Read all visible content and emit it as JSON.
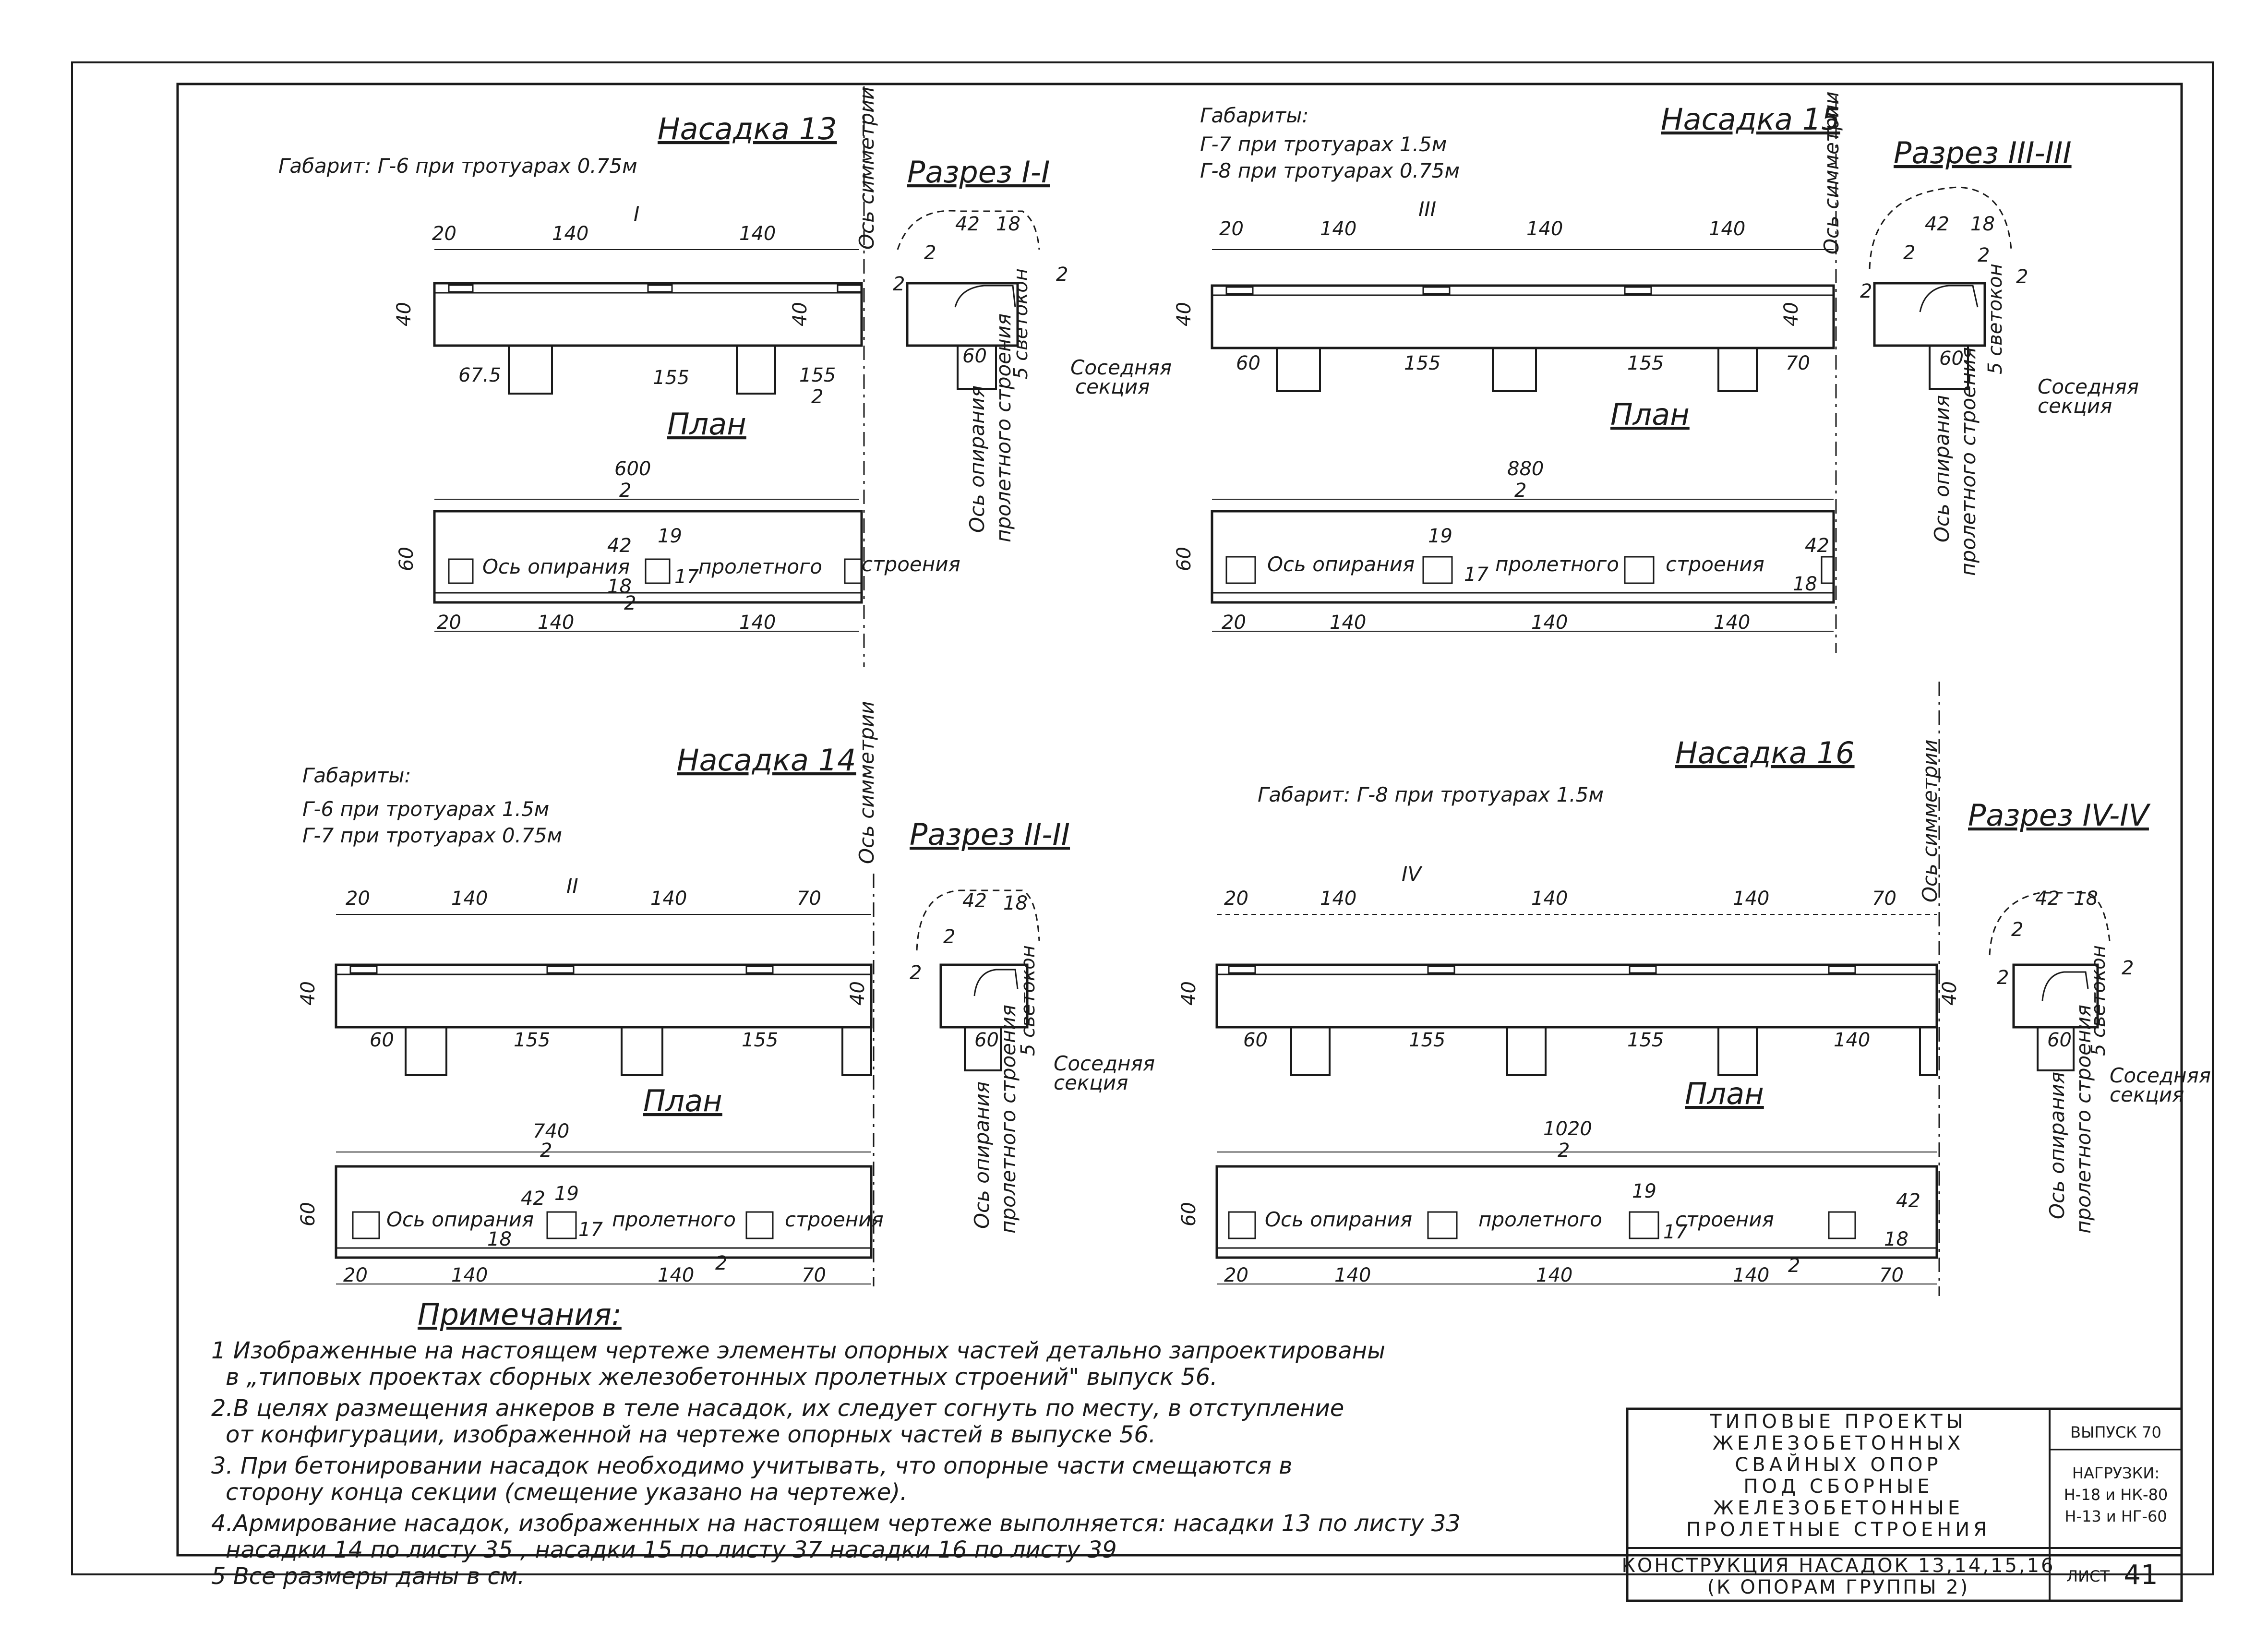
{
  "top_left": {
    "title": "Насадка 13",
    "gabarit": "Габарит: Г-6 при тротуарах 0.75м",
    "axis_sym": "Ось симметрии",
    "section_mark": "I",
    "top_dims": [
      "20",
      "140",
      "140"
    ],
    "height_dims": [
      "40",
      "40"
    ],
    "bottom_dims": [
      "67.5",
      "155",
      "155",
      "2"
    ],
    "plan_title": "План",
    "plan_total": "600",
    "plan_total_div": "2",
    "plan_width": "60",
    "plan_small": [
      "42",
      "19",
      "18",
      "17",
      "2"
    ],
    "plan_bottom": [
      "20",
      "140",
      "140"
    ],
    "plan_axis_label": [
      "Ось опирания",
      "пролетного",
      "строения"
    ],
    "section_title": "Разрез I-I",
    "section_dims": [
      "42",
      "18",
      "2",
      "2",
      "60",
      "2"
    ],
    "section_text": "5 светокон",
    "neighbor": [
      "Соседняя",
      "секция"
    ],
    "axis_support": [
      "Ось опирания",
      "пролетного строения"
    ]
  },
  "top_right": {
    "title": "Насадка 15",
    "gabarit_title": "Габариты:",
    "gabarit_lines": [
      "Г-7 при тротуарах 1.5м",
      "Г-8 при тротуарах 0.75м"
    ],
    "axis_sym": "Ось симметрии",
    "section_mark": "III",
    "top_dims": [
      "20",
      "140",
      "140",
      "140"
    ],
    "height_dims": [
      "40",
      "40"
    ],
    "bottom_dims": [
      "60",
      "155",
      "155",
      "70"
    ],
    "plan_title": "План",
    "plan_total": "880",
    "plan_total_div": "2",
    "plan_width": "60",
    "plan_small": [
      "19",
      "17",
      "42",
      "18"
    ],
    "plan_bottom": [
      "20",
      "140",
      "140",
      "140"
    ],
    "plan_axis_label": [
      "Ось опирания",
      "пролетного",
      "строения"
    ],
    "section_title": "Разрез III-III",
    "section_dims": [
      "42",
      "18",
      "2",
      "2",
      "2",
      "60",
      "2"
    ],
    "section_text": "5 светокон",
    "neighbor": [
      "Соседняя",
      "секция"
    ],
    "axis_support": [
      "Ось опирания",
      "пролетного строения"
    ]
  },
  "bottom_left": {
    "title": "Насадка 14",
    "gabarit_title": "Габариты:",
    "gabarit_lines": [
      "Г-6 при тротуарах 1.5м",
      "Г-7 при тротуарах 0.75м"
    ],
    "axis_sym": "Ось симметрии",
    "section_mark": "II",
    "top_dims": [
      "20",
      "140",
      "140",
      "70"
    ],
    "height_dims": [
      "40",
      "40"
    ],
    "bottom_dims": [
      "60",
      "155",
      "155"
    ],
    "plan_title": "План",
    "plan_total": "740",
    "plan_total_div": "2",
    "plan_width": "60",
    "plan_small": [
      "42",
      "19",
      "18",
      "17",
      "2"
    ],
    "plan_bottom": [
      "20",
      "140",
      "140",
      "70"
    ],
    "plan_axis_label": [
      "Ось опирания",
      "пролетного",
      "строения"
    ],
    "section_title": "Разрез II-II",
    "section_dims": [
      "42",
      "18",
      "2",
      "2",
      "60"
    ],
    "section_text": "5 светокон",
    "neighbor": [
      "Соседняя",
      "секция"
    ],
    "axis_support": [
      "Ось опирания",
      "пролетного строения"
    ]
  },
  "bottom_right": {
    "title": "Насадка 16",
    "gabarit": "Габарит: Г-8 при тротуарах 1.5м",
    "axis_sym": "Ось симметрии",
    "section_mark": "IV",
    "top_dims": [
      "20",
      "140",
      "140",
      "140",
      "70"
    ],
    "height_dims": [
      "40",
      "40"
    ],
    "bottom_dims": [
      "60",
      "155",
      "155",
      "140"
    ],
    "plan_title": "План",
    "plan_total": "1020",
    "plan_total_div": "2",
    "plan_width": "60",
    "plan_small": [
      "19",
      "17",
      "42",
      "18",
      "2"
    ],
    "plan_bottom": [
      "20",
      "140",
      "140",
      "140",
      "70"
    ],
    "plan_axis_label": [
      "Ось опирания",
      "пролетного",
      "строения"
    ],
    "section_title": "Разрез IV-IV",
    "section_dims": [
      "42",
      "18",
      "2",
      "2",
      "60",
      "2"
    ],
    "section_text": "5 светокон",
    "neighbor": [
      "Соседняя",
      "секция"
    ],
    "axis_support": [
      "Ось опирания",
      "пролетного строения"
    ]
  },
  "notes": {
    "title": "Примечания:",
    "lines": [
      "1 Изображенные на настоящем чертеже элементы опорных частей детально запроектированы",
      "в „типовых проектах сборных железобетонных пролетных строений\" выпуск 56.",
      "2.В целях размещения анкеров в теле насадок, их следует согнуть по месту, в отступление",
      "от конфигурации, изображенной на чертеже опорных частей в выпуске 56.",
      "3. При бетонировании насадок необходимо учитывать, что опорные части смещаются в",
      "сторону конца секции (смещение указано на чертеже).",
      "4.Армирование насадок, изображенных на настоящем чертеже выполняется: насадки 13 по листу 33",
      "насадки 14 по листу 35 , насадки 15 по листу 37 насадки 16 по листу 39",
      "5 Все размеры даны в см."
    ]
  },
  "stamp": {
    "project_lines": [
      "ТИПОВЫЕ ПРОЕКТЫ",
      "ЖЕЛЕЗОБЕТОННЫХ",
      "СВАЙНЫХ ОПОР",
      "ПОД СБОРНЫЕ",
      "ЖЕЛЕЗОБЕТОННЫЕ",
      "ПРОЛЕТНЫЕ СТРОЕНИЯ"
    ],
    "issue": "ВЫПУСК 70",
    "loads_title": "НАГРУЗКИ:",
    "loads": [
      "Н-18 и НК-80",
      "Н-13 и НГ-60"
    ],
    "caption_lines": [
      "КОНСТРУКЦИЯ НАСАДОК 13,14,15,16",
      "(К ОПОРАМ ГРУППЫ 2)"
    ],
    "sheet_label": "ЛИСТ",
    "sheet_no": "41"
  }
}
